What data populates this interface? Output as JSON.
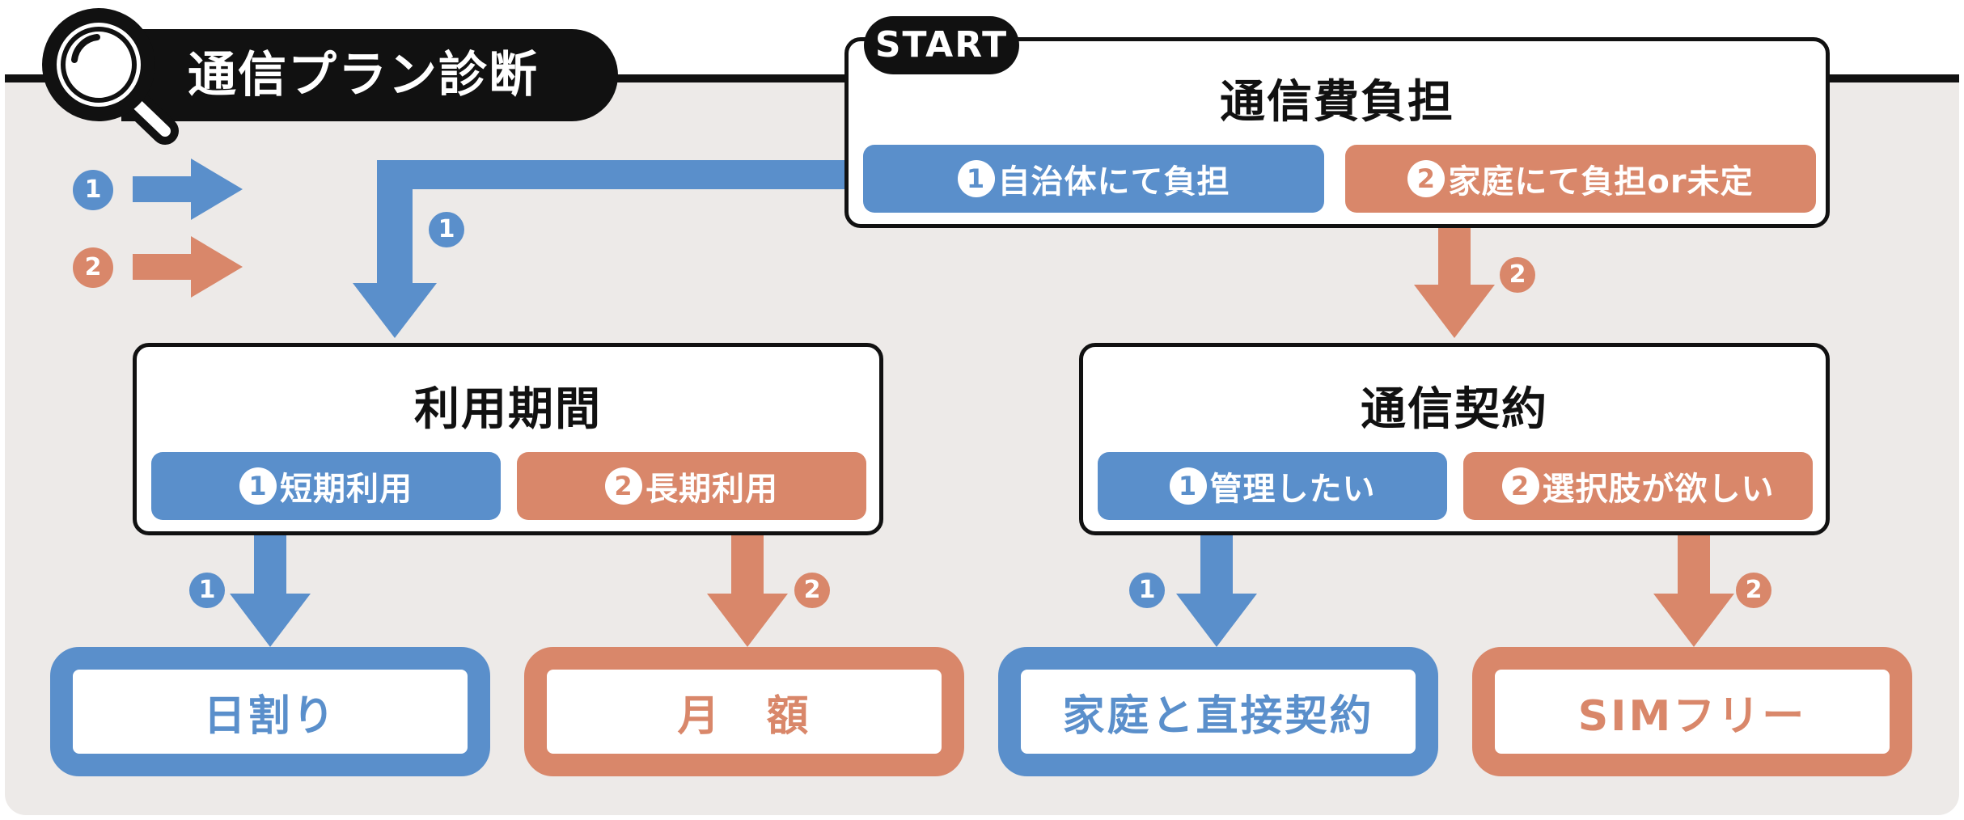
{
  "title": "通信プラン診断",
  "start_label": "START",
  "colors": {
    "option1": "#5a8fcb",
    "option2": "#d9876a",
    "panel": "#edeae8",
    "ink": "#111111"
  },
  "legend": {
    "one": "1",
    "two": "2"
  },
  "nodes": {
    "burden": {
      "title": "通信費負担",
      "opt1_num": "1",
      "opt1": "自治体にて負担",
      "opt2_num": "2",
      "opt2": "家庭にて負担or未定"
    },
    "period": {
      "title": "利用期間",
      "opt1_num": "1",
      "opt1": "短期利用",
      "opt2_num": "2",
      "opt2": "長期利用"
    },
    "contract": {
      "title": "通信契約",
      "opt1_num": "1",
      "opt1": "管理したい",
      "opt2_num": "2",
      "opt2": "選択肢が欲しい"
    }
  },
  "edge_badges": {
    "one": "1",
    "two": "2"
  },
  "results": {
    "daily": "日割り",
    "monthly": "月　額",
    "direct": "家庭と直接契約",
    "simfree": "SIMフリー"
  }
}
